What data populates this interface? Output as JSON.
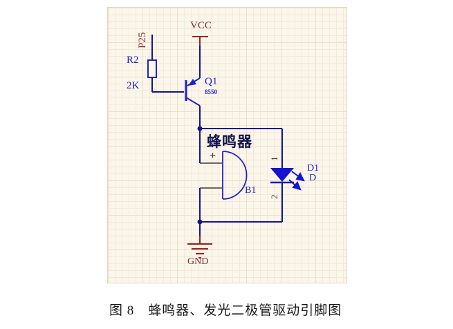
{
  "schematic": {
    "power_vcc": "VCC",
    "power_gnd": "GND",
    "net_label": "P25",
    "resistor": {
      "ref": "R2",
      "value": "2K"
    },
    "transistor": {
      "ref": "Q1",
      "model": "8550"
    },
    "buzzer": {
      "title": "蜂鸣器",
      "ref": "B1",
      "plus_terminal": "+"
    },
    "led": {
      "ref": "D1",
      "model": "D",
      "pin1": "1",
      "pin2": "2"
    }
  },
  "caption": "图 8　蜂鸣器、发光二极管驱动引脚图",
  "colors": {
    "wire": "#14148c",
    "component_blue": "#2121ce",
    "net_red": "#8b2b2b",
    "canvas_bg": "#fbf6ea"
  }
}
